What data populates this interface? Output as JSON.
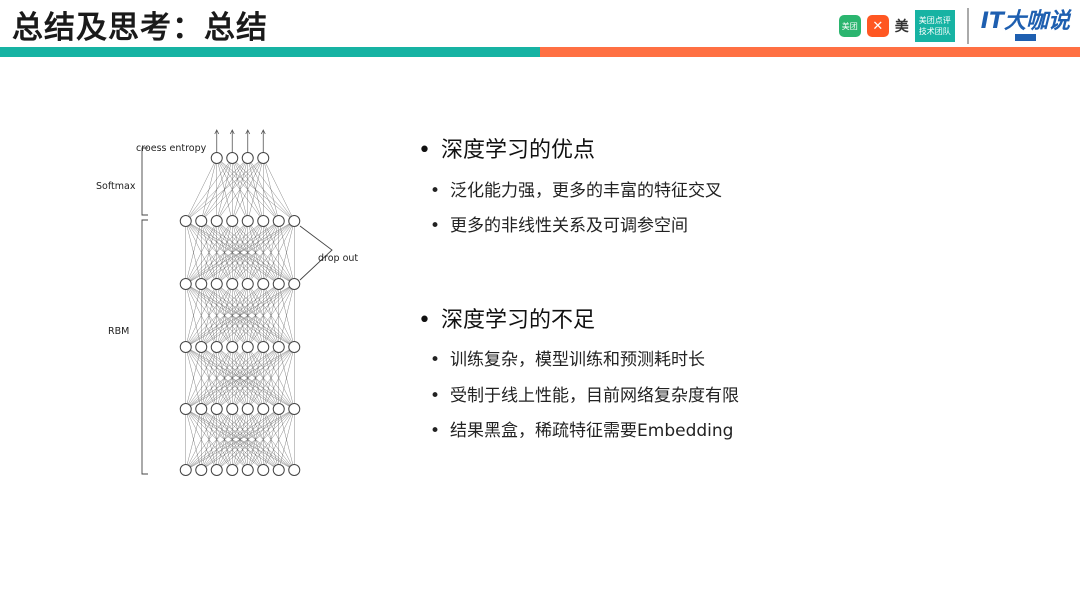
{
  "header": {
    "title": "总结及思考：总结",
    "logos": {
      "meituan": "美团",
      "mei": "美",
      "tech_line1": "美团点评",
      "tech_line2": "技术团队",
      "it": "IT大咖说"
    }
  },
  "diagram": {
    "label_cross_entropy": "croess entropy",
    "label_softmax": "Softmax",
    "label_dropout": "drop out",
    "label_rbm": "RBM"
  },
  "sections": [
    {
      "heading": "深度学习的优点",
      "items": [
        "泛化能力强，更多的丰富的特征交叉",
        "更多的非线性关系及可调参空间"
      ]
    },
    {
      "heading": "深度学习的不足",
      "items": [
        "训练复杂，模型训练和预测耗时长",
        "受制于线上性能，目前网络复杂度有限",
        "结果黑盒，稀疏特征需要Embedding"
      ]
    }
  ],
  "colors": {
    "teal": "#17b3a3",
    "orange": "#ff7043"
  }
}
